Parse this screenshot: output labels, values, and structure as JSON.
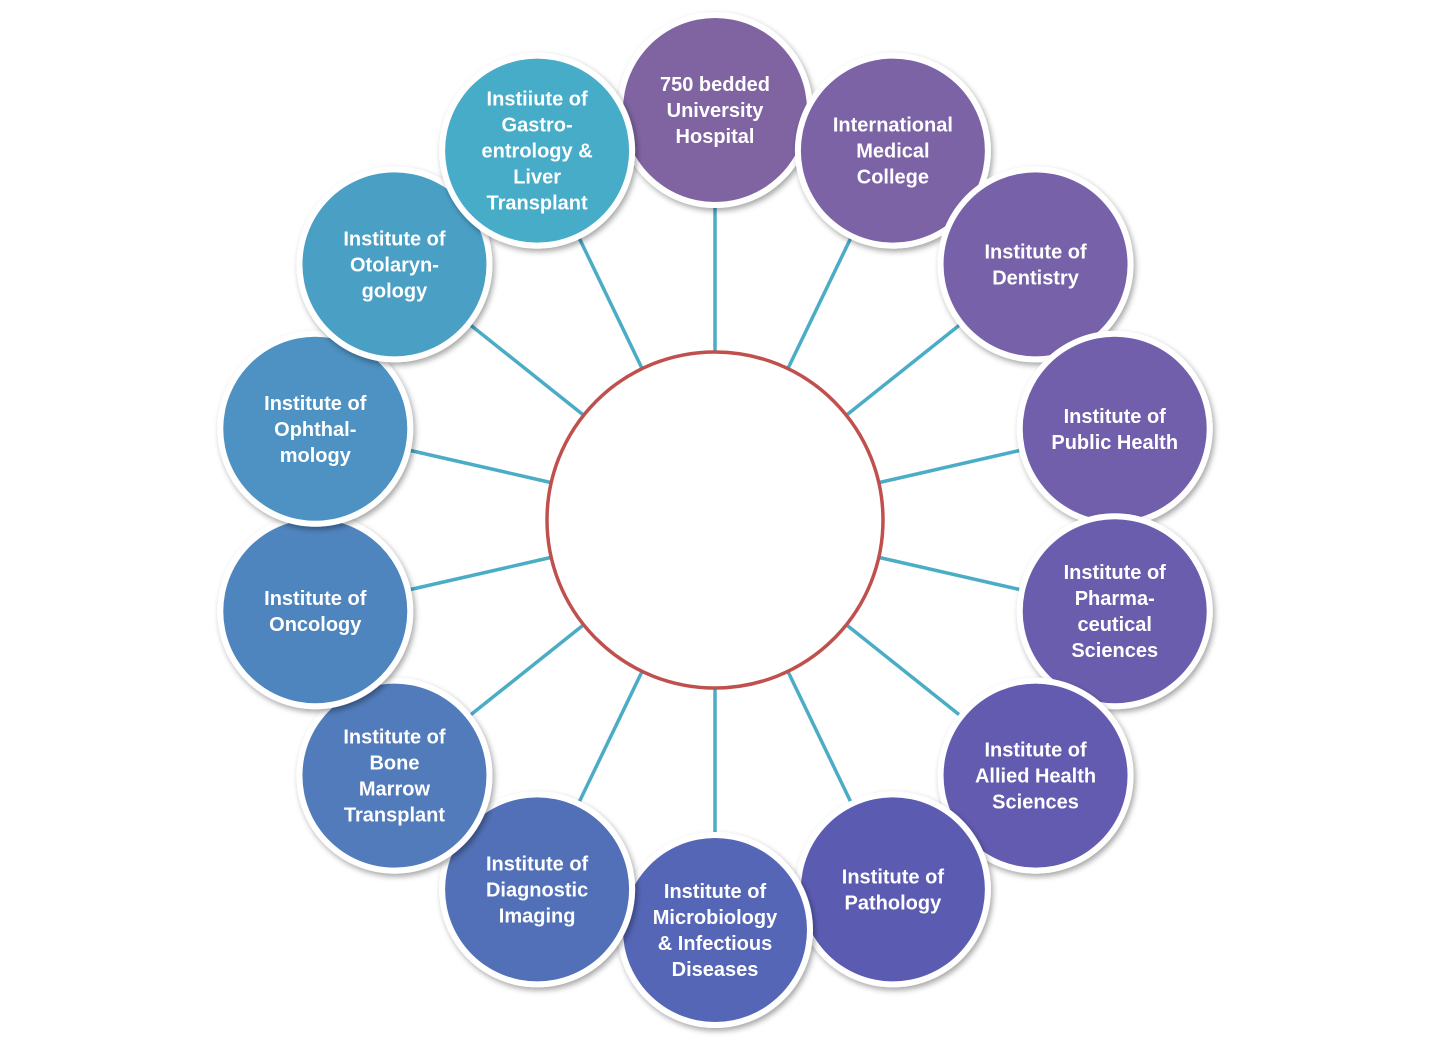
{
  "hub": {
    "label": "",
    "stroke_color": "#c0504d",
    "fill_color": "#ffffff"
  },
  "connector_color": "#4bacc6",
  "nodes": [
    {
      "id": "university-hospital",
      "lines": [
        "750 bedded",
        "University",
        "Hospital"
      ],
      "color": "#8064a2"
    },
    {
      "id": "international-medical-college",
      "lines": [
        "International",
        "Medical",
        "College"
      ],
      "color": "#7c63a6"
    },
    {
      "id": "institute-dentistry",
      "lines": [
        "Institute of",
        "Dentistry"
      ],
      "color": "#7761a8"
    },
    {
      "id": "institute-public-health",
      "lines": [
        "Institute of",
        "Public Health"
      ],
      "color": "#715fab"
    },
    {
      "id": "institute-pharmaceutical-sciences",
      "lines": [
        "Institute of",
        "Pharma-",
        "ceutical",
        "Sciences"
      ],
      "color": "#6b5dad"
    },
    {
      "id": "institute-allied-health-sciences",
      "lines": [
        "Institute of",
        "Allied Health",
        "Sciences"
      ],
      "color": "#635bb0"
    },
    {
      "id": "institute-pathology",
      "lines": [
        "Institute of",
        "Pathology"
      ],
      "color": "#5c5bb2"
    },
    {
      "id": "institute-microbiology",
      "lines": [
        "Institute of",
        "Microbiology",
        "& Infectious",
        "Diseases"
      ],
      "color": "#5566b6"
    },
    {
      "id": "institute-diagnostic-imaging",
      "lines": [
        "Institute of",
        "Diagnostic",
        "Imaging"
      ],
      "color": "#5270b7"
    },
    {
      "id": "institute-bone-marrow-transplant",
      "lines": [
        "Institute of",
        "Bone",
        "Marrow",
        "Transplant"
      ],
      "color": "#517bbb"
    },
    {
      "id": "institute-oncology",
      "lines": [
        "Institute of",
        "Oncology"
      ],
      "color": "#4f85bf"
    },
    {
      "id": "institute-ophthalmology",
      "lines": [
        "Institute of",
        "Ophthal-",
        "mology"
      ],
      "color": "#4d92c2"
    },
    {
      "id": "institute-otolaryngology",
      "lines": [
        "Institute of",
        "Otolaryn-",
        "gology"
      ],
      "color": "#4a9fc5"
    },
    {
      "id": "institute-gastroenterology",
      "lines": [
        "Instiiute of",
        "Gastro-",
        "entrology &",
        "Liver",
        "Transplant"
      ],
      "color": "#46acc8"
    }
  ]
}
